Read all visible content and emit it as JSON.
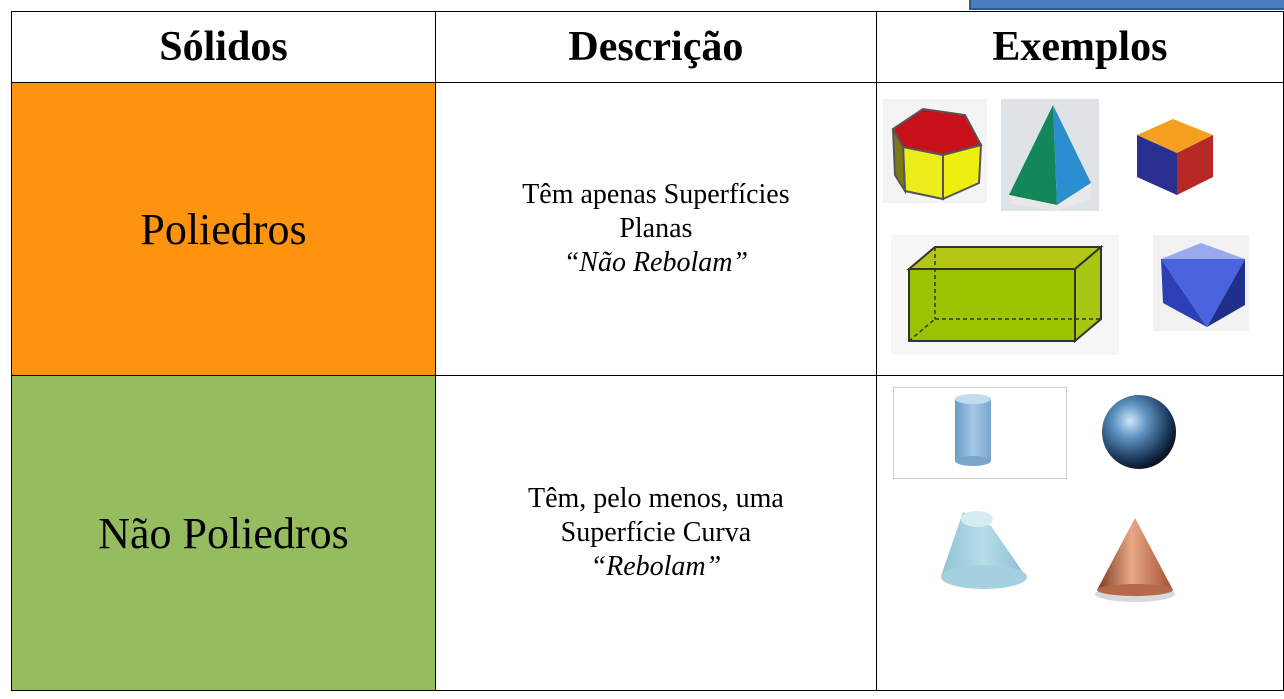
{
  "table": {
    "headers": [
      "Sólidos",
      "Descrição",
      "Exemplos"
    ],
    "rows": [
      {
        "category": "Poliedros",
        "color": "#fd930f",
        "description": [
          "Têm apenas Superfícies",
          "Planas"
        ],
        "quote": "“Não Rebolam”",
        "examples": [
          "pentagonal-prism-icon",
          "pyramid-icon",
          "cube-icon",
          "rectangular-prism-icon",
          "octahedron-icon"
        ]
      },
      {
        "category": "Não Poliedros",
        "color": "#95bd5f",
        "description": [
          "Têm, pelo menos, uma",
          "Superfície Curva"
        ],
        "quote": "“Rebolam”",
        "examples": [
          "cylinder-icon",
          "sphere-icon",
          "truncated-cone-icon",
          "cone-icon"
        ]
      }
    ]
  }
}
